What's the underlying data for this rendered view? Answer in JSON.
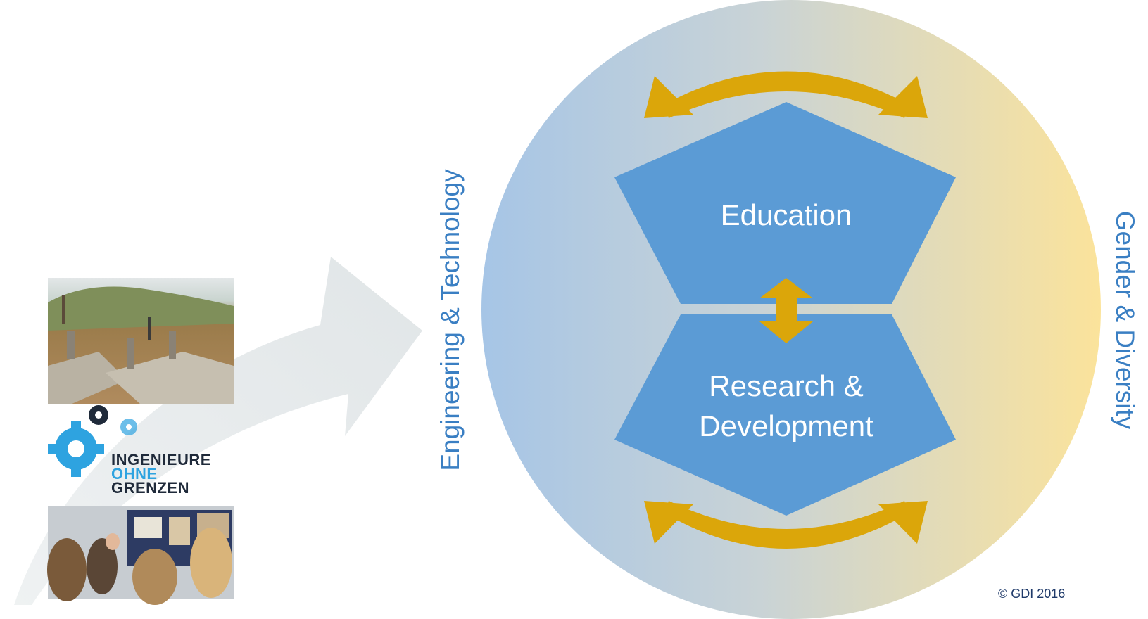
{
  "diagram": {
    "left_axis_label": "Engineering & Technology",
    "right_axis_label": "Gender & Diversity",
    "top_block_label": "Education",
    "bottom_block_label_line1": "Research &",
    "bottom_block_label_line2": "Development",
    "copyright": "© GDI 2016"
  },
  "logo": {
    "line1": "INGENIEURE",
    "line2": "OHNE",
    "line3": "GRENZEN"
  },
  "colors": {
    "circle_left": "#a6c5e6",
    "circle_right": "#fbe39b",
    "block_fill": "#5b9bd5",
    "arrow_gold": "#dba60a",
    "label_blue": "#3a7fc3",
    "big_arrow_gray": "#e4e8ea",
    "logo_gear_blue": "#2ea3e0",
    "logo_text_dark": "#1f2a3a"
  },
  "icons": [
    "curved-double-arrow-icon",
    "vertical-double-arrow-icon",
    "gear-icon",
    "big-curved-arrow-icon"
  ]
}
